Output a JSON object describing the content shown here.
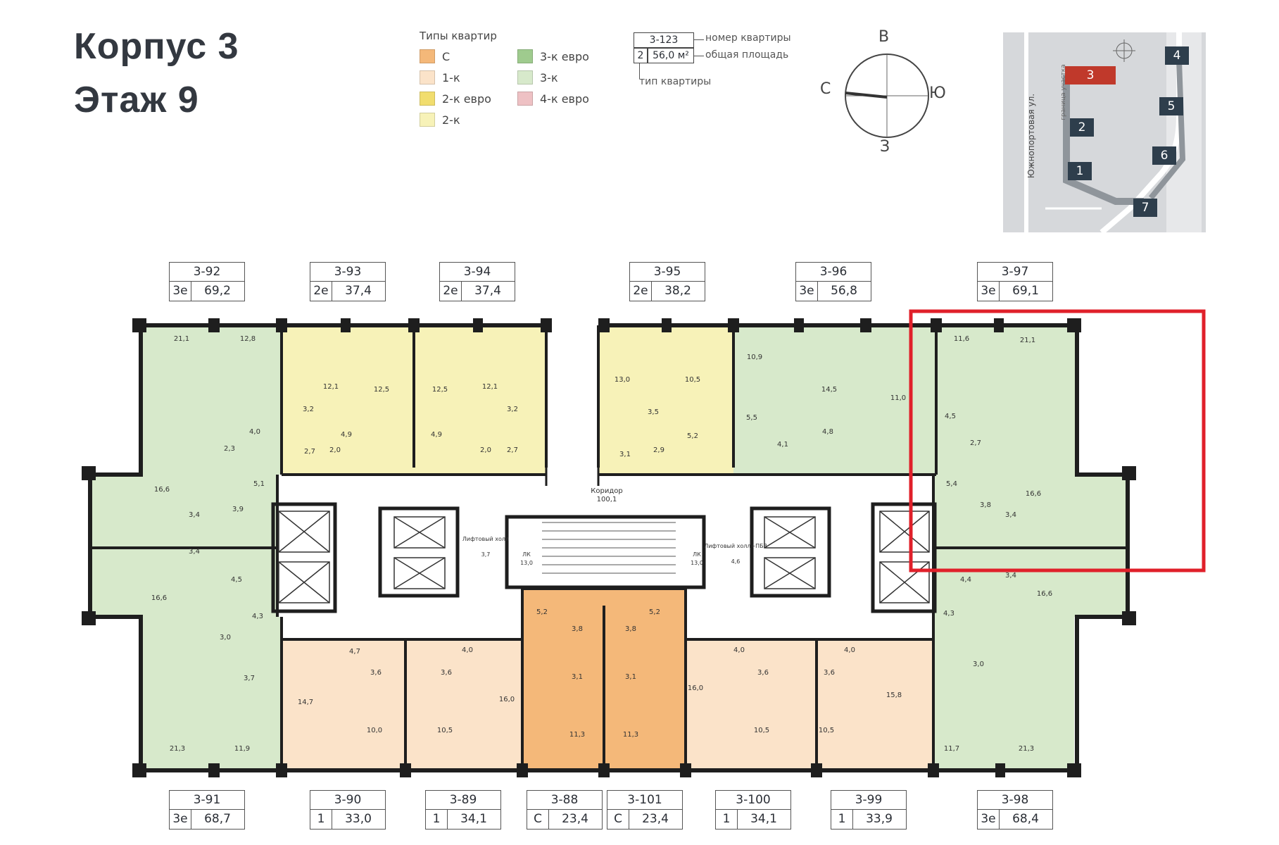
{
  "header": {
    "building": "Корпус 3",
    "floor": "Этаж 9"
  },
  "legend": {
    "title": "Типы квартир",
    "items": [
      {
        "label": "С",
        "color": "#f4b879"
      },
      {
        "label": "1-к",
        "color": "#fbe3c9"
      },
      {
        "label": "2-к евро",
        "color": "#f1dd6e"
      },
      {
        "label": "2-к",
        "color": "#f7f2b8"
      },
      {
        "label": "3-к евро",
        "color": "#9fcb8e"
      },
      {
        "label": "3-к",
        "color": "#d7e9cb"
      },
      {
        "label": "4-к евро",
        "color": "#eec1c4"
      }
    ]
  },
  "key": {
    "sample_number": "3-123",
    "sample_type": "2",
    "sample_area": "56,0 м²",
    "label_number": "номер квартиры",
    "label_area": "общая площадь",
    "label_type": "тип квартиры"
  },
  "compass": {
    "n": "В",
    "s": "З",
    "w": "С",
    "e": "Ю"
  },
  "site": {
    "street": "Южнопортовая ул.",
    "boundary": "граница участка",
    "buildings": [
      "3",
      "4",
      "2",
      "5",
      "6",
      "1",
      "7"
    ],
    "selected": "3",
    "selected_color": "#c0392b",
    "default_color": "#2e3e4c"
  },
  "apartments_top": [
    {
      "number": "3-92",
      "type": "3е",
      "area": "69,2"
    },
    {
      "number": "3-93",
      "type": "2е",
      "area": "37,4"
    },
    {
      "number": "3-94",
      "type": "2е",
      "area": "37,4"
    },
    {
      "number": "3-95",
      "type": "2е",
      "area": "38,2"
    },
    {
      "number": "3-96",
      "type": "3е",
      "area": "56,8"
    },
    {
      "number": "3-97",
      "type": "3е",
      "area": "69,1"
    }
  ],
  "apartments_bottom": [
    {
      "number": "3-91",
      "type": "3е",
      "area": "68,7"
    },
    {
      "number": "3-90",
      "type": "1",
      "area": "33,0"
    },
    {
      "number": "3-89",
      "type": "1",
      "area": "34,1"
    },
    {
      "number": "3-88",
      "type": "С",
      "area": "23,4"
    },
    {
      "number": "3-101",
      "type": "С",
      "area": "23,4"
    },
    {
      "number": "3-100",
      "type": "1",
      "area": "34,1"
    },
    {
      "number": "3-99",
      "type": "1",
      "area": "33,9"
    },
    {
      "number": "3-98",
      "type": "3е",
      "area": "68,4"
    }
  ],
  "plan": {
    "corridor_label": "Коридор",
    "corridor_area": "100,1",
    "lift_hall": "Лифтовый холл",
    "lift_hall_area": "3,7",
    "lift_hall_pbz": "Лифтовый холл+ПБЗ",
    "lift_hall_pbz_area": "4,6",
    "lk": "ЛК",
    "lk_area": "13,0",
    "highlight_color": "#e0202a",
    "room_areas": {
      "a92": [
        "21,1",
        "12,8",
        "4,0",
        "2,3",
        "5,1"
      ],
      "a93": [
        "12,1",
        "12,5",
        "3,2",
        "4,9",
        "2,7",
        "2,0"
      ],
      "a94": [
        "12,5",
        "12,1",
        "3,2",
        "4,9",
        "2,0",
        "2,7"
      ],
      "a95": [
        "13,0",
        "10,5",
        "3,5",
        "5,2",
        "3,1",
        "2,9"
      ],
      "a96": [
        "10,9",
        "14,5",
        "5,5",
        "4,8",
        "4,1",
        "11,0"
      ],
      "a97": [
        "11,6",
        "21,1",
        "4,5",
        "2,7"
      ],
      "wl": [
        "16,6",
        "3,4",
        "3,9",
        "3,4",
        "4,5",
        "16,6",
        "4,3"
      ],
      "wr": [
        "5,4",
        "16,6",
        "3,8",
        "3,4",
        "4,4",
        "3,4",
        "16,6",
        "4,3"
      ],
      "a91": [
        "3,0",
        "3,7",
        "21,3",
        "11,9"
      ],
      "a90": [
        "4,7",
        "3,6",
        "14,7",
        "10,0"
      ],
      "a89": [
        "4,0",
        "3,6",
        "10,5",
        "16,0"
      ],
      "a88": [
        "5,2",
        "3,8",
        "3,1",
        "11,3"
      ],
      "a101": [
        "5,2",
        "3,8",
        "3,1",
        "11,3"
      ],
      "a100": [
        "4,0",
        "3,6",
        "16,0",
        "10,5"
      ],
      "a99": [
        "4,0",
        "3,6",
        "10,5",
        "15,8"
      ],
      "a98": [
        "3,0",
        "11,7",
        "21,3"
      ]
    }
  }
}
